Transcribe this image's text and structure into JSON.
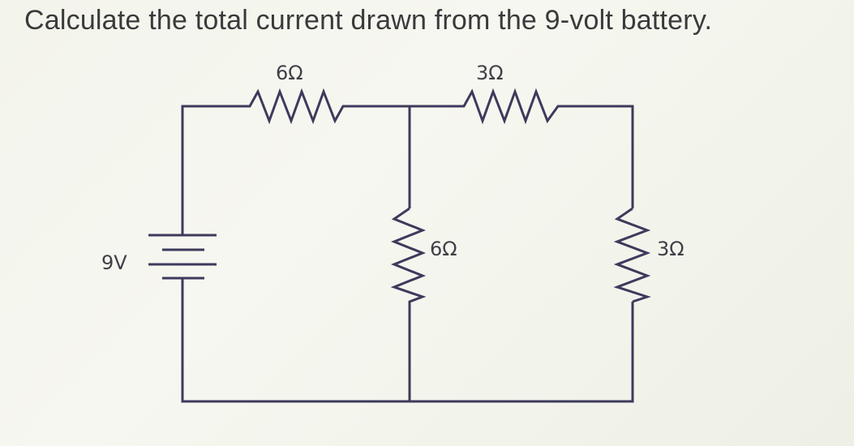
{
  "question": "Calculate the total current drawn from the 9-volt battery.",
  "circuit": {
    "battery": {
      "label": "9V"
    },
    "resistors": [
      {
        "id": "top-left",
        "label": "6Ω"
      },
      {
        "id": "top-right",
        "label": "3Ω"
      },
      {
        "id": "middle-vertical",
        "label": "6Ω"
      },
      {
        "id": "right-vertical",
        "label": "3Ω"
      }
    ]
  },
  "colors": {
    "wire": "#3d3a5c",
    "text": "#3a3a3c"
  }
}
